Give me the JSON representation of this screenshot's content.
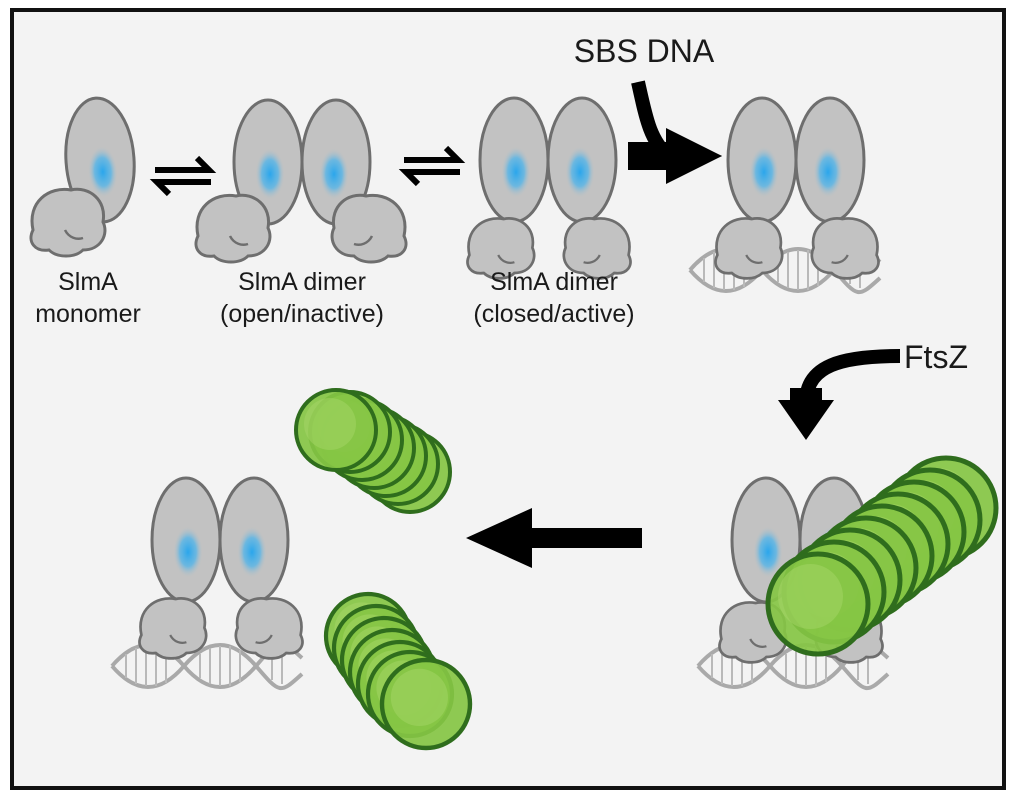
{
  "labels": {
    "monomer": [
      "SlmA",
      "monomer"
    ],
    "dimer_open": [
      "SlmA dimer",
      "(open/inactive)"
    ],
    "dimer_closed": [
      "SlmA dimer",
      "(closed/active)"
    ],
    "sbs_dna": "SBS DNA",
    "ftsz": "FtsZ"
  },
  "colors": {
    "frame_border": "#111111",
    "background": "#f3f3f3",
    "protein_fill": "#c2c2c2",
    "protein_stroke": "#6e6e6e",
    "binding_site": "#2aa6ec",
    "dna": "#a9a9a9",
    "arrow": "#000000",
    "ftsz_fill": "#86c544",
    "ftsz_stroke": "#2f6d1d"
  },
  "icons": {
    "equilibrium": "equilibrium-arrows-icon",
    "reaction": "heavy-arrow-icon",
    "dna": "double-helix-icon",
    "filament": "ftsz-filament-icon"
  }
}
